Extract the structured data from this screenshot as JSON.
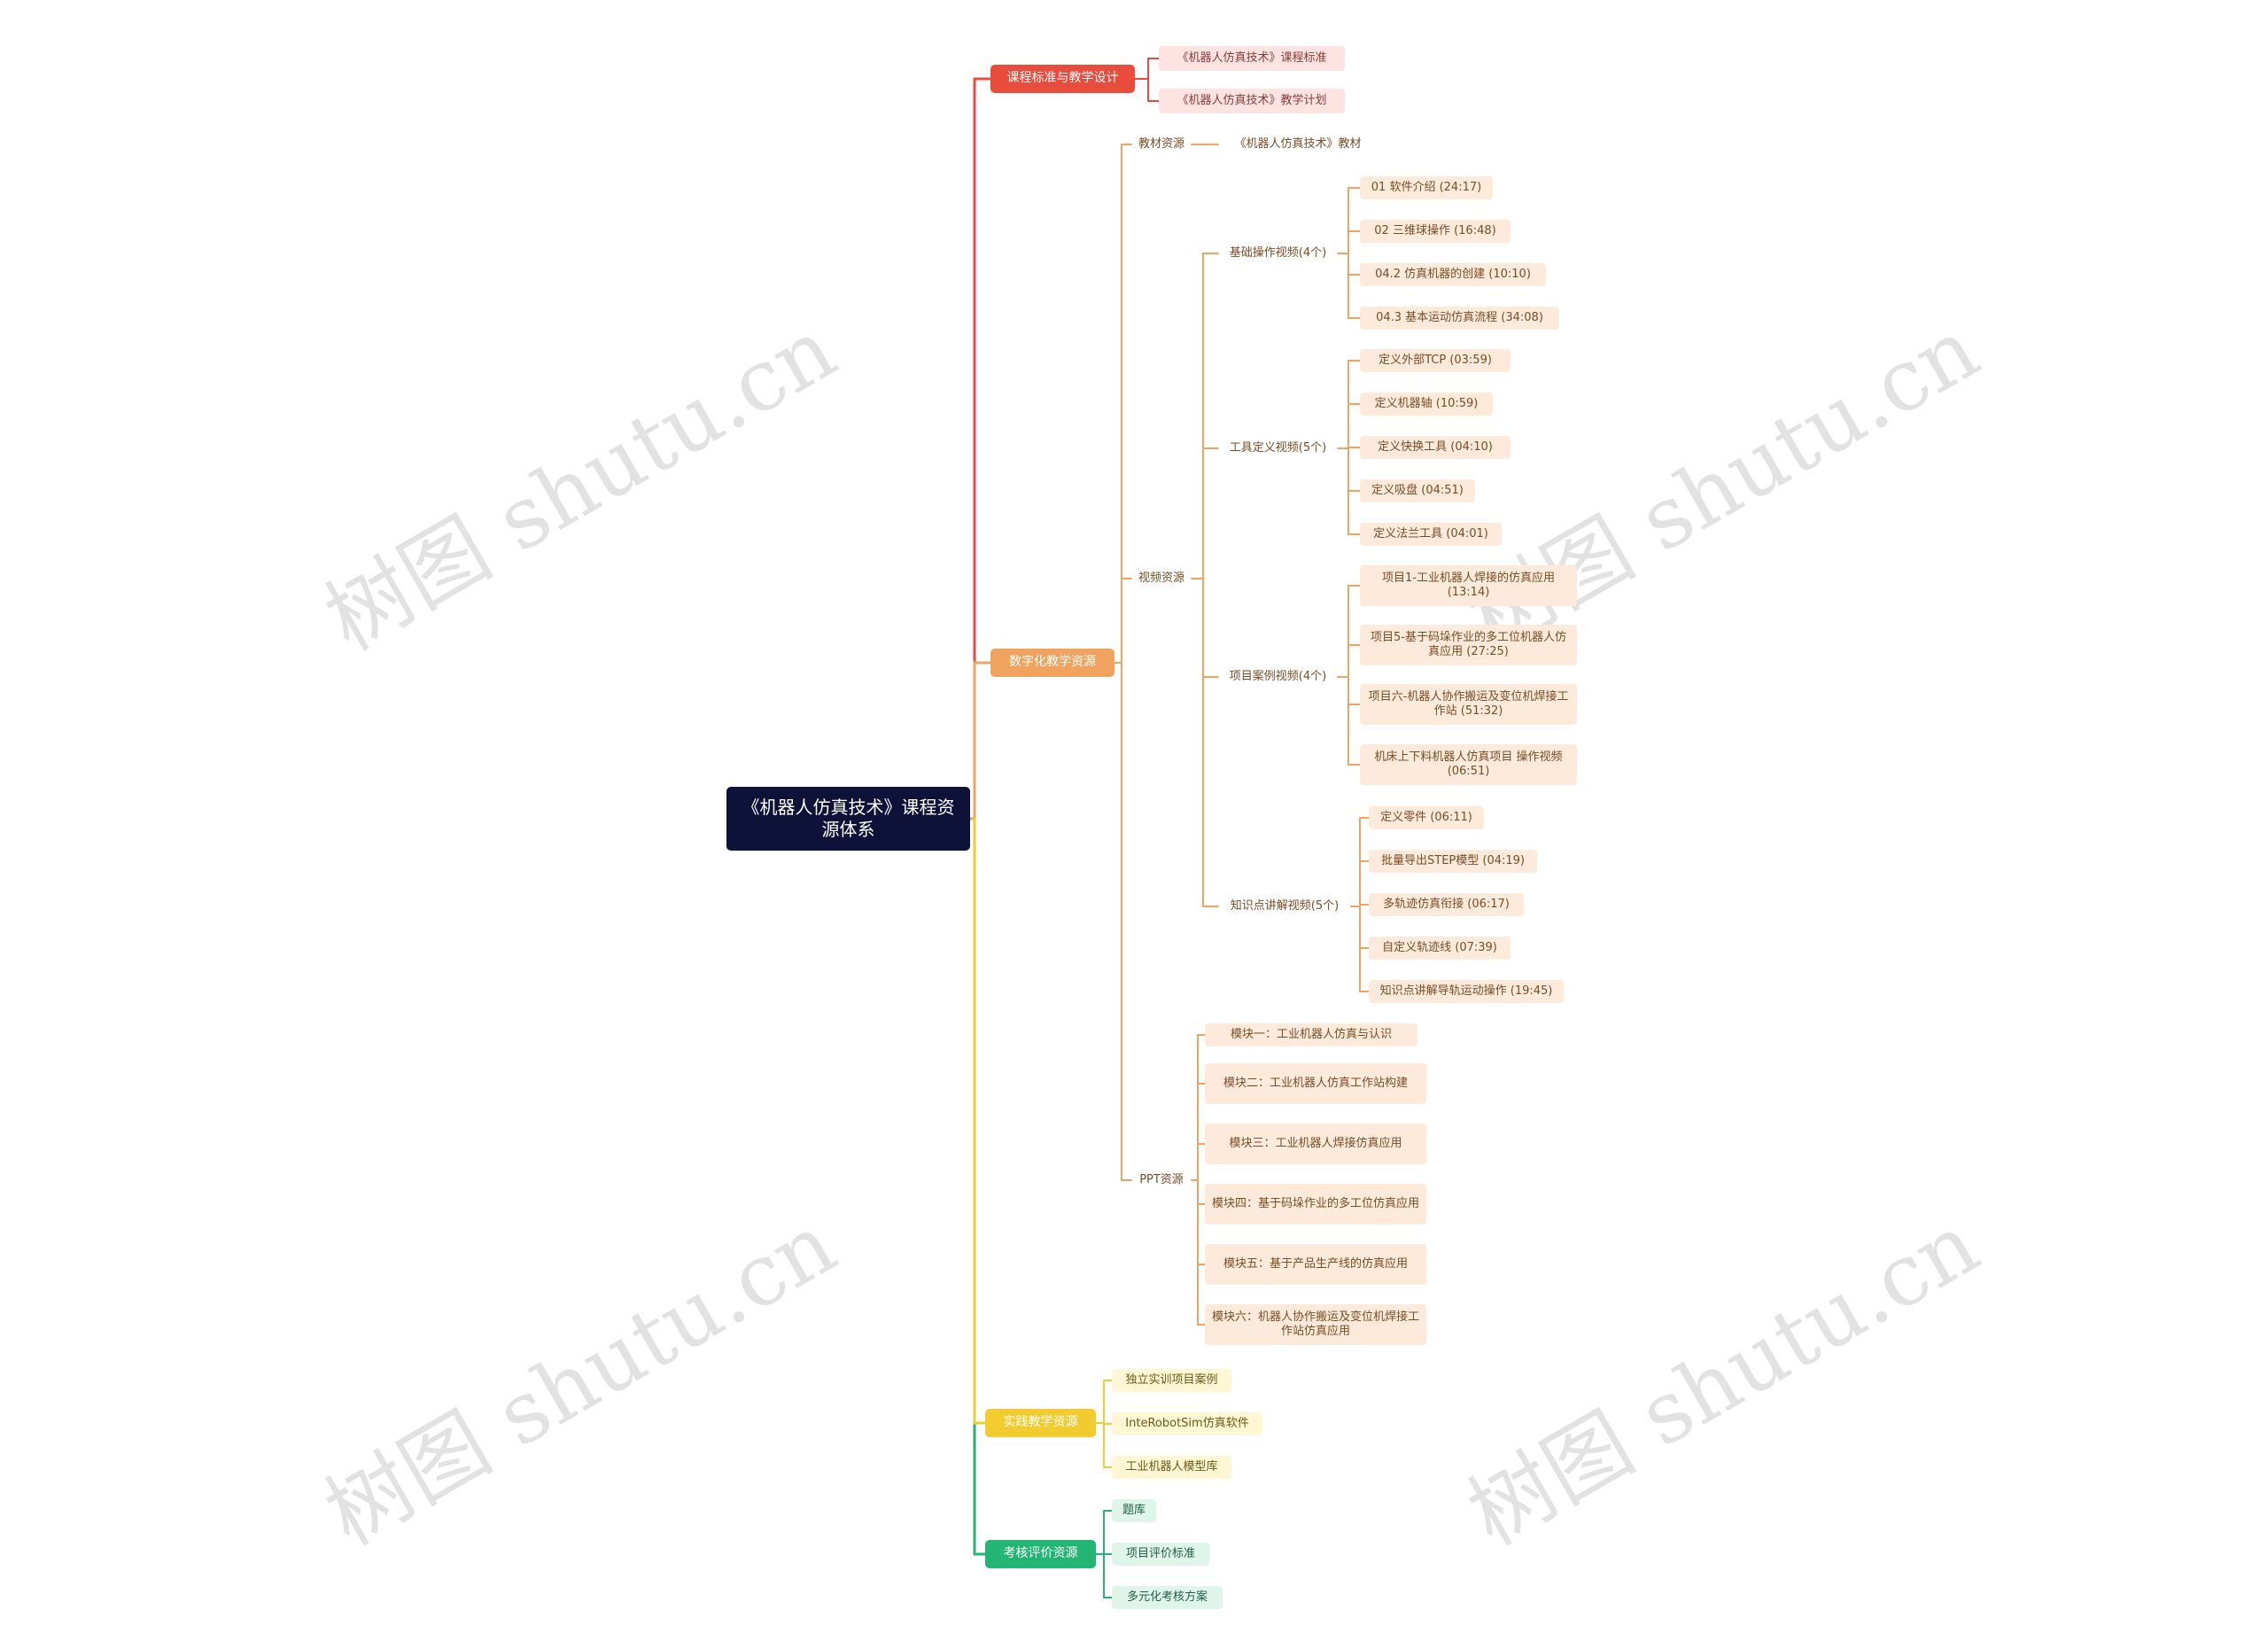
{
  "root": "《机器人仿真技术》课程资源体系",
  "watermark": "树图 shutu.cn",
  "colors": {
    "red": "#e84c3d",
    "orange": "#f0a35e",
    "yellow": "#f2cc2f",
    "green": "#22b573",
    "root": "#0e1238"
  },
  "branches": {
    "design": {
      "label": "课程标准与教学设计",
      "items": [
        "《机器人仿真技术》课程标准",
        "《机器人仿真技术》教学计划"
      ]
    },
    "digital": {
      "label": "数字化教学资源",
      "textbook": {
        "label": "教材资源",
        "item": "《机器人仿真技术》教材"
      },
      "video": {
        "label": "视频资源",
        "basic": {
          "label": "基础操作视频(4个)",
          "items": [
            "01 软件介绍 (24:17)",
            "02 三维球操作 (16:48)",
            "04.2 仿真机器的创建 (10:10)",
            "04.3 基本运动仿真流程 (34:08)"
          ]
        },
        "tool": {
          "label": "工具定义视频(5个)",
          "items": [
            "定义外部TCP (03:59)",
            "定义机器轴 (10:59)",
            "定义快换工具 (04:10)",
            "定义吸盘 (04:51)",
            "定义法兰工具 (04:01)"
          ]
        },
        "project": {
          "label": "项目案例视频(4个)",
          "items": [
            "项目1-工业机器人焊接的仿真应用 (13:14)",
            "项目5-基于码垛作业的多工位机器人仿真应用 (27:25)",
            "项目六-机器人协作搬运及变位机焊接工作站 (51:32)",
            "机床上下料机器人仿真项目 操作视频 (06:51)"
          ]
        },
        "knowledge": {
          "label": "知识点讲解视频(5个)",
          "items": [
            "定义零件 (06:11)",
            "批量导出STEP模型 (04:19)",
            "多轨迹仿真衔接 (06:17)",
            "自定义轨迹线 (07:39)",
            "知识点讲解导轨运动操作 (19:45)"
          ]
        }
      },
      "ppt": {
        "label": "PPT资源",
        "items": [
          "模块一：工业机器人仿真与认识",
          "模块二：工业机器人仿真工作站构建",
          "模块三：工业机器人焊接仿真应用",
          "模块四：基于码垛作业的多工位仿真应用",
          "模块五：基于产品生产线的仿真应用",
          "模块六：机器人协作搬运及变位机焊接工作站仿真应用"
        ]
      }
    },
    "practice": {
      "label": "实践教学资源",
      "items": [
        "独立实训项目案例",
        "InteRobotSim仿真软件",
        "工业机器人模型库"
      ]
    },
    "assess": {
      "label": "考核评价资源",
      "items": [
        "题库",
        "项目评价标准",
        "多元化考核方案"
      ]
    }
  }
}
